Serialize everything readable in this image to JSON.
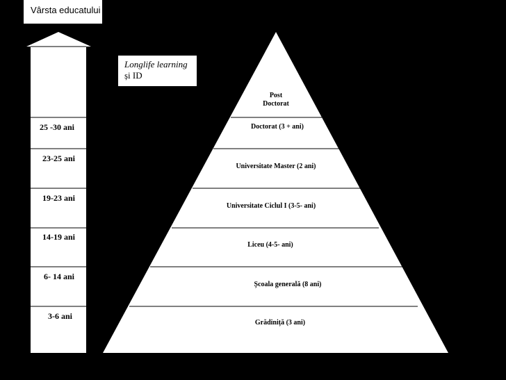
{
  "axis_title": "Vârsta educatului",
  "lifelong": {
    "line1": "Longlife learning",
    "line2": "și ID"
  },
  "age_ranges": [
    "25 -30 ani",
    "23-25 ani",
    "19-23 ani",
    "14-19 ani",
    "6- 14 ani",
    "3-6 ani"
  ],
  "pyramid_levels": [
    [
      "Post",
      "Doctorat"
    ],
    [
      "Doctorat (3 + ani)"
    ],
    [
      "Universitate Master (2 ani)"
    ],
    [
      "Universitate Ciclul I (3-5- ani)"
    ],
    [
      "Liceu (4-5- ani)"
    ],
    [
      "Școala generală (8 ani)"
    ],
    [
      "Grădiniță (3 ani)"
    ]
  ],
  "colors": {
    "background": "#000000",
    "shapes": "#ffffff",
    "lines": "#000000"
  }
}
